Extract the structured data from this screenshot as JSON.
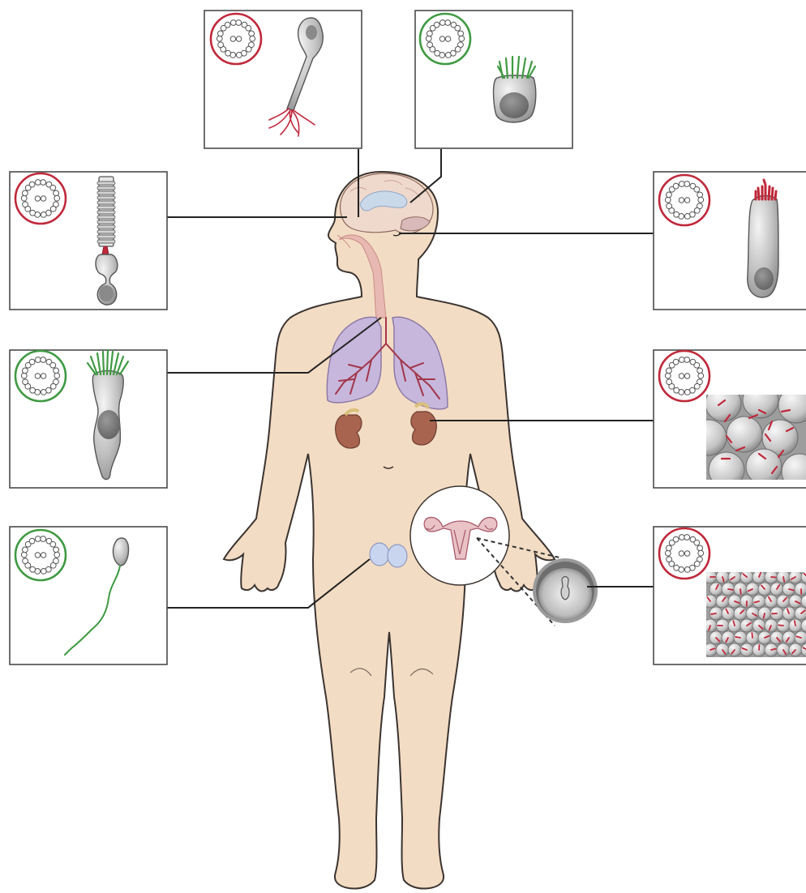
{
  "colors": {
    "background": "#ffffff",
    "skin": "#f3dcc4",
    "skin_outline": "#3b3430",
    "lung": "#c7b7dc",
    "lung_outline": "#8d7aa6",
    "airway": "#a2364b",
    "kidney": "#a8644f",
    "brain": "#efd8cc",
    "brain_light": "#c9d9ea",
    "cell_gray": "#bebebe",
    "cell_dark": "#7a7a7a",
    "motile_cilia": "#3f9a42",
    "primary_cilia": "#c0283a",
    "panel_border": "#4a4a4a"
  },
  "panels": [
    {
      "id": "neuron",
      "ring": "red",
      "cell": "neuron"
    },
    {
      "id": "ependymal",
      "ring": "green",
      "cell": "ependymal"
    },
    {
      "id": "photoreceptor",
      "ring": "red",
      "cell": "photoreceptor"
    },
    {
      "id": "hair-cell",
      "ring": "red",
      "cell": "hair-cell"
    },
    {
      "id": "airway-epithelium",
      "ring": "green",
      "cell": "multiciliated"
    },
    {
      "id": "kidney-tubule",
      "ring": "red",
      "cell": "kidney-cells"
    },
    {
      "id": "sperm",
      "ring": "green",
      "cell": "sperm"
    },
    {
      "id": "embryonic-node",
      "ring": "red",
      "cell": "node-cells"
    }
  ],
  "callouts": [
    "uterus-inset",
    "embryo-inset"
  ]
}
